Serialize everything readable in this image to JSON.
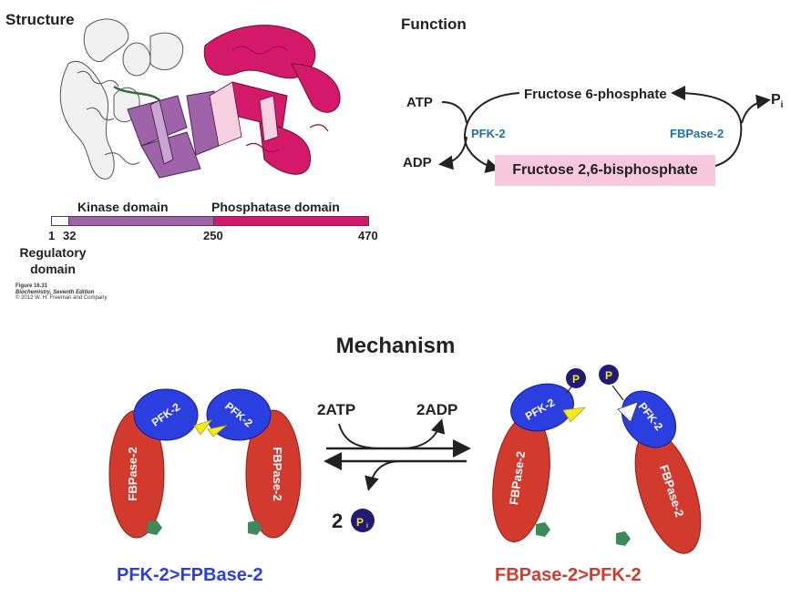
{
  "structure": {
    "title": "Structure",
    "kinase_domain": "Kinase domain",
    "phosphatase_domain": "Phosphatase domain",
    "residues": [
      "1",
      "32",
      "250",
      "470"
    ],
    "regulatory_domain": "Regulatory domain",
    "caption": [
      "Figure 16.31",
      "Biochemistry, Seventh Edition",
      "© 2012 W. H. Freeman and Company"
    ],
    "colors": {
      "regulatory": "#ffffff",
      "kinase": "#9e63a8",
      "phosphatase": "#d4196a"
    }
  },
  "function": {
    "title": "Function",
    "atp": "ATP",
    "adp": "ADP",
    "f6p": "Fructose 6-phosphate",
    "f26bp": "Fructose 2,6-bisphosphate",
    "pfk2": "PFK-2",
    "fbpase2": "FBPase-2",
    "pi": "P",
    "pi_sub": "i"
  },
  "mechanism": {
    "title": "Mechanism",
    "atp_label": "2ATP",
    "adp_label": "2ADP",
    "pi_coef": "2",
    "pi_label": "P",
    "pi_sub": "i",
    "pfk2": "PFK-2",
    "fbpase2": "FBPase-2",
    "phospho": "P",
    "left_caption": "PFK-2>FPBase-2",
    "right_caption": "FBPase-2>PFK-2",
    "colors": {
      "pfk": "#2b3fe0",
      "fbpase": "#d33a2e",
      "ligand": "#f2ea1c",
      "phosphate": "#221a78",
      "green": "#3c8a5a"
    }
  }
}
